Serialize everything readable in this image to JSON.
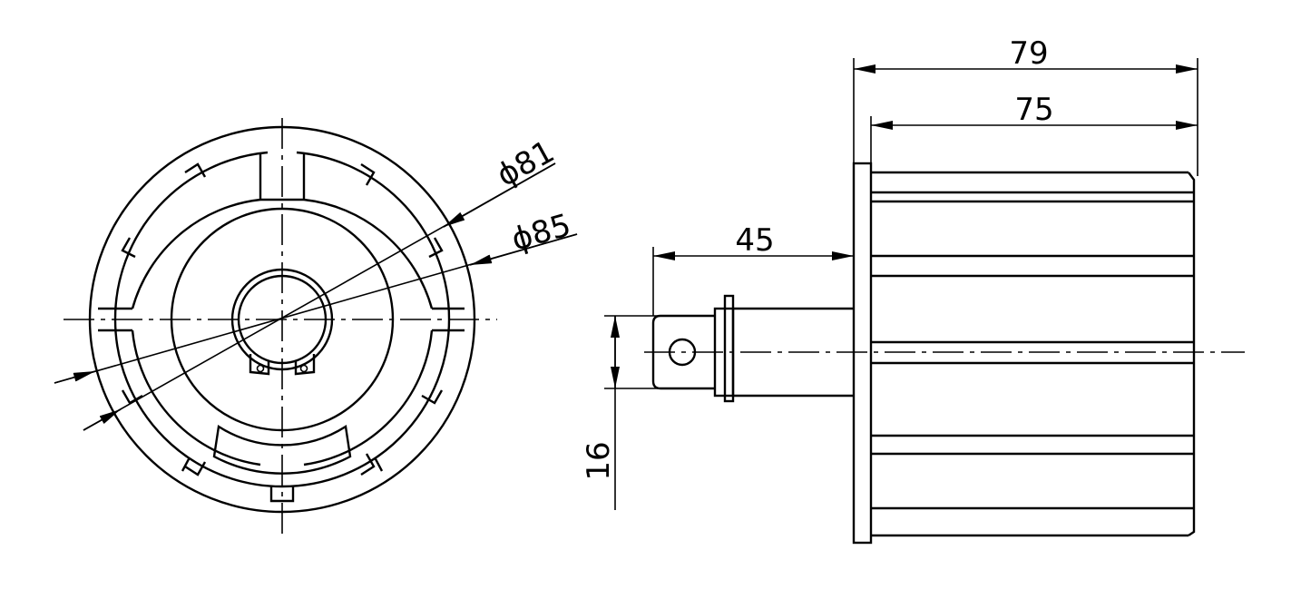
{
  "front_view": {
    "diameter_inner_label": "ϕ81",
    "diameter_outer_label": "ϕ85"
  },
  "side_view": {
    "overall_length_label": "79",
    "body_length_label": "75",
    "shaft_length_label": "45",
    "shaft_width_label": "16"
  }
}
